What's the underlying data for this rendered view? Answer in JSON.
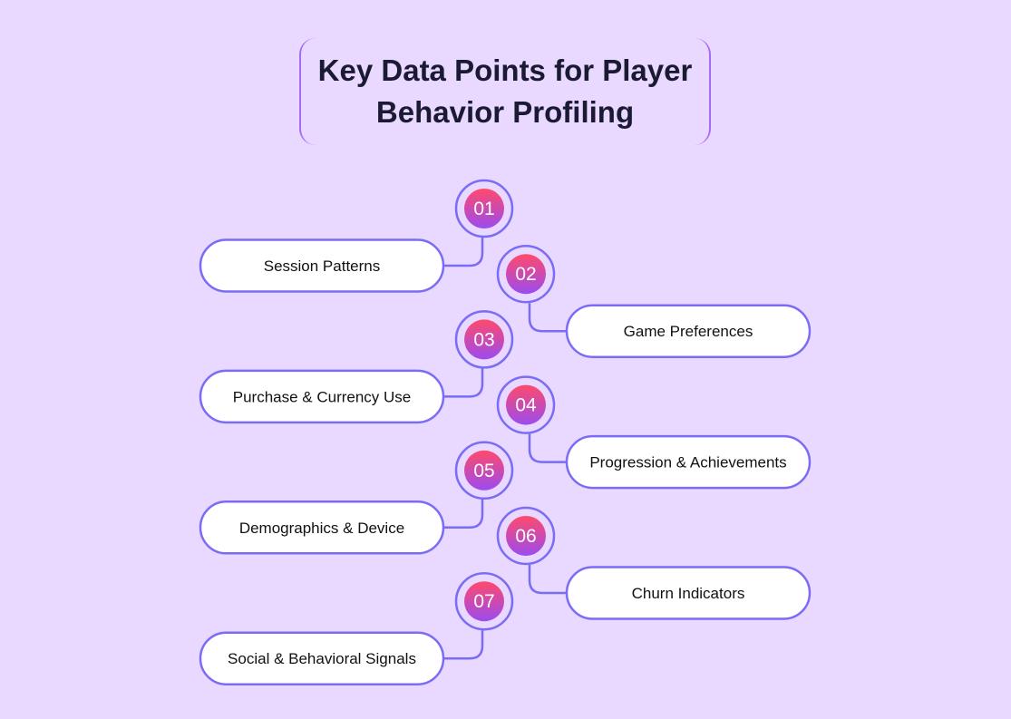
{
  "title": "Key Data Points for Player Behavior Profiling",
  "colors": {
    "background": "#E9D8FF",
    "stroke": "#7B6CF6",
    "gradient_top": "#FF4A6B",
    "gradient_bottom": "#9B4BF0"
  },
  "items": [
    {
      "number": "01",
      "label": "Session Patterns"
    },
    {
      "number": "02",
      "label": "Game Preferences"
    },
    {
      "number": "03",
      "label": "Purchase & Currency Use"
    },
    {
      "number": "04",
      "label": "Progression & Achievements"
    },
    {
      "number": "05",
      "label": "Demographics & Device"
    },
    {
      "number": "06",
      "label": "Churn Indicators"
    },
    {
      "number": "07",
      "label": "Social & Behavioral Signals"
    }
  ]
}
